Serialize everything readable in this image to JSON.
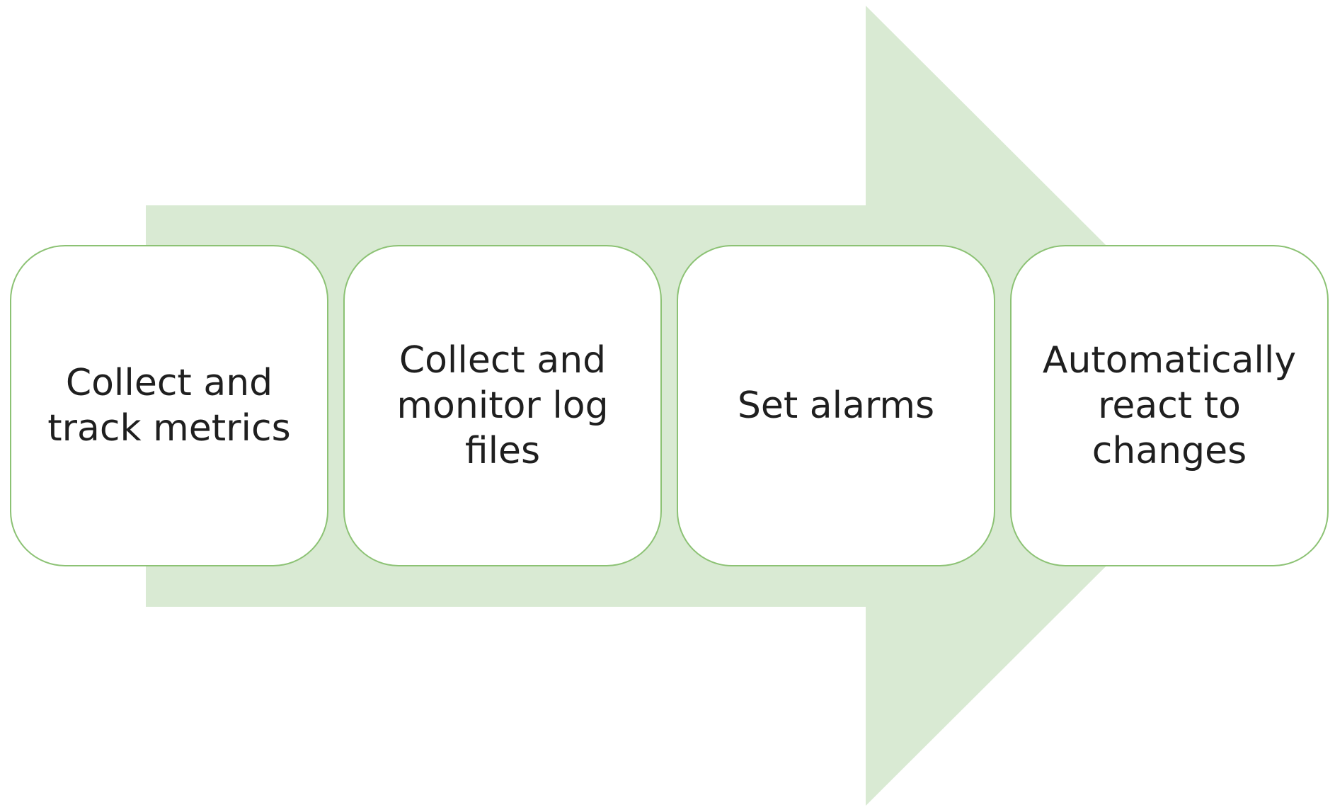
{
  "colors": {
    "arrow_fill": "#d9ead3",
    "box_border": "#8cc274",
    "box_fill": "#ffffff",
    "text": "#1f1f1f"
  },
  "diagram": {
    "type": "process-flow",
    "direction": "left-to-right",
    "background_shape": "block-arrow",
    "steps": [
      {
        "label": "Collect and\ntrack metrics"
      },
      {
        "label": "Collect and\nmonitor log\nfiles"
      },
      {
        "label": "Set alarms"
      },
      {
        "label": "Automatically\nreact to\nchanges"
      }
    ]
  }
}
